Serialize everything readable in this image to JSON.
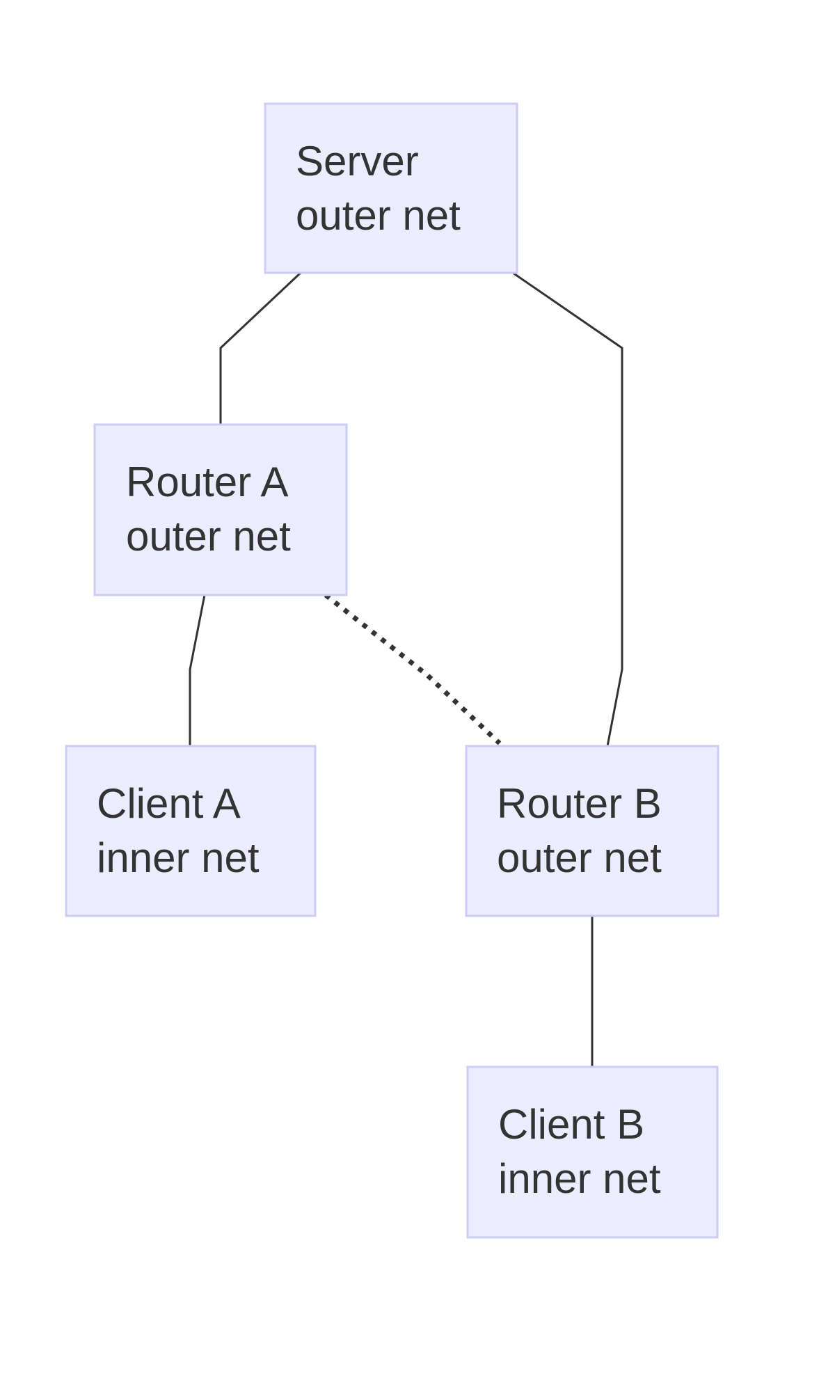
{
  "nodes": {
    "server": {
      "line1": "Server",
      "line2": "outer net"
    },
    "router_a": {
      "line1": "Router A",
      "line2": "outer net"
    },
    "client_a": {
      "line1": "Client A",
      "line2": "inner net"
    },
    "router_b": {
      "line1": "Router B",
      "line2": "outer net"
    },
    "client_b": {
      "line1": "Client B",
      "line2": "inner net"
    }
  },
  "edges": [
    {
      "from": "Server",
      "to": "Router A",
      "style": "solid"
    },
    {
      "from": "Server",
      "to": "Router B",
      "style": "solid"
    },
    {
      "from": "Router A",
      "to": "Client A",
      "style": "solid"
    },
    {
      "from": "Router A",
      "to": "Router B",
      "style": "dotted"
    },
    {
      "from": "Router B",
      "to": "Client B",
      "style": "solid"
    }
  ],
  "colors": {
    "node_fill": "#ECECFF",
    "node_stroke": "#CCCCF5",
    "edge": "#333333",
    "text": "#333333"
  }
}
